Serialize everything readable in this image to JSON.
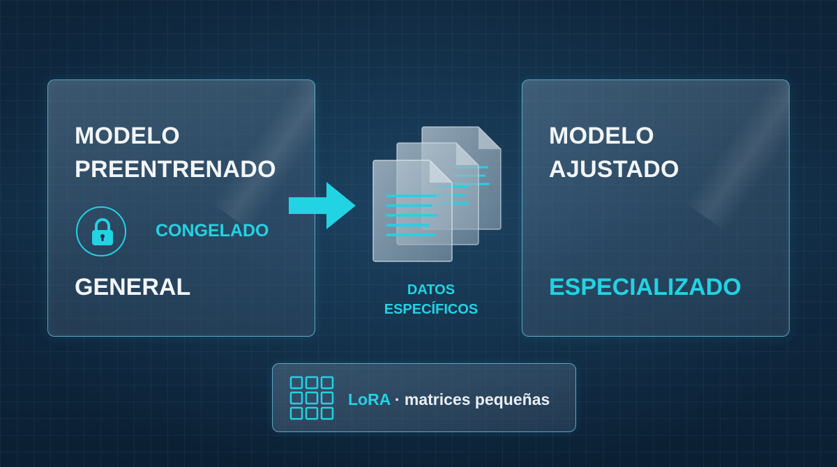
{
  "left_panel": {
    "title_lines": [
      "MODELO",
      "PREENTRENADO"
    ],
    "status_label": "CONGELADO",
    "status_icon": "lock-icon",
    "subtitle": "GENERAL"
  },
  "center": {
    "arrow_icon": "arrow-right-icon",
    "documents_icon": "documents-icon",
    "label_lines": [
      "DATOS",
      "ESPECÍFICOS"
    ]
  },
  "right_panel": {
    "title_lines": [
      "MODELO",
      "AJUSTADO"
    ],
    "subtitle": "ESPECIALIZADO"
  },
  "bottom_box": {
    "icon": "matrix-grid-icon",
    "accent_text": "LoRA",
    "rest_text": " · matrices pequeñas"
  },
  "colors": {
    "accent": "#22d3e3",
    "text": "#f2f5f7",
    "background": "#0d2338"
  }
}
